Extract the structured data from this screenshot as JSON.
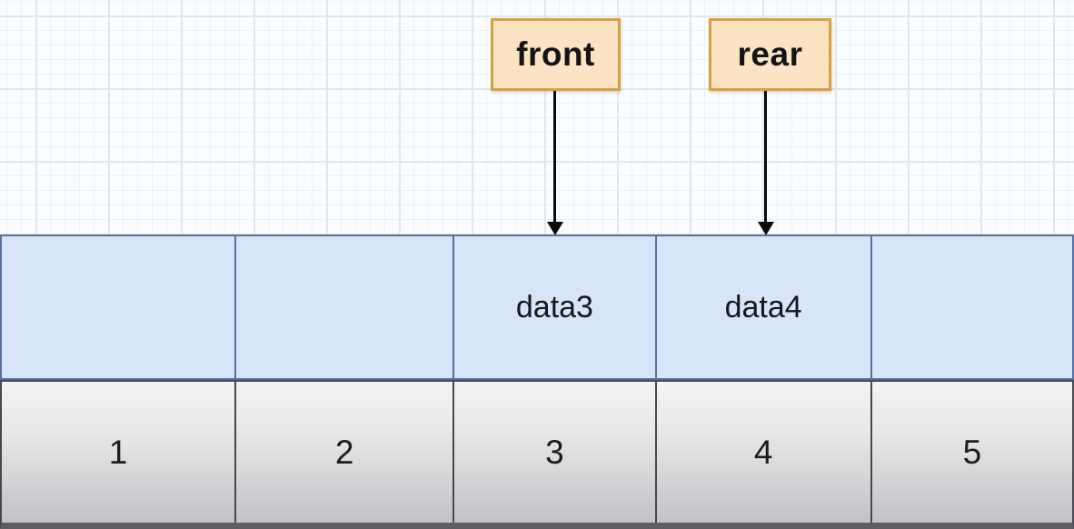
{
  "pointers": {
    "front": {
      "label": "front",
      "points_to_index": "3"
    },
    "rear": {
      "label": "rear",
      "points_to_index": "4"
    }
  },
  "queue": {
    "cells": [
      {
        "value": "",
        "index": "1"
      },
      {
        "value": "",
        "index": "2"
      },
      {
        "value": "data3",
        "index": "3"
      },
      {
        "value": "data4",
        "index": "4"
      },
      {
        "value": "",
        "index": "5"
      }
    ]
  },
  "colors": {
    "pointer_fill": "#fbe3c4",
    "pointer_border": "#d7a13e",
    "cell_fill": "#d7e5f8",
    "cell_border": "#54719f",
    "index_border": "#47474f",
    "arrow": "#0a0a0a"
  }
}
